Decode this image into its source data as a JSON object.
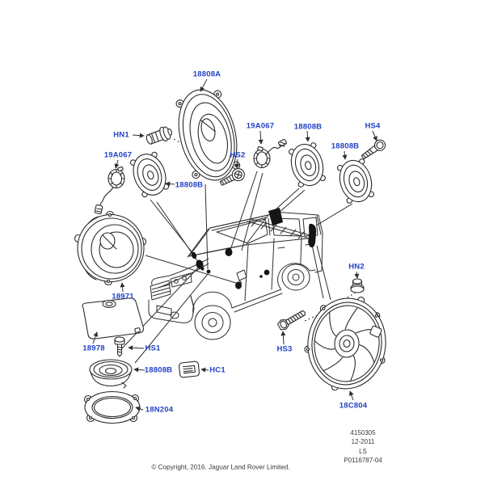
{
  "colors": {
    "callout_blue": "#2341c6",
    "line_dark": "#2f2f2f",
    "marker_black": "#151515",
    "background": "#ffffff"
  },
  "callouts": [
    {
      "text": "18808A"
    },
    {
      "text": "HN1"
    },
    {
      "text": "19A067"
    },
    {
      "text": "18808B"
    },
    {
      "text": "HS2"
    },
    {
      "text": "19A067"
    },
    {
      "text": "18808B"
    },
    {
      "text": "18808B"
    },
    {
      "text": "HS4"
    },
    {
      "text": "18971"
    },
    {
      "text": "18978"
    },
    {
      "text": "HS1"
    },
    {
      "text": "18808B"
    },
    {
      "text": "HC1"
    },
    {
      "text": "18N204"
    },
    {
      "text": "HN2"
    },
    {
      "text": "HS3"
    },
    {
      "text": "18C804"
    }
  ],
  "plate": [
    "4150305",
    "12-2011",
    "LS",
    "P0116787-04"
  ],
  "copyright": "© Copyright, 2016. Jaguar Land Rover Limited."
}
